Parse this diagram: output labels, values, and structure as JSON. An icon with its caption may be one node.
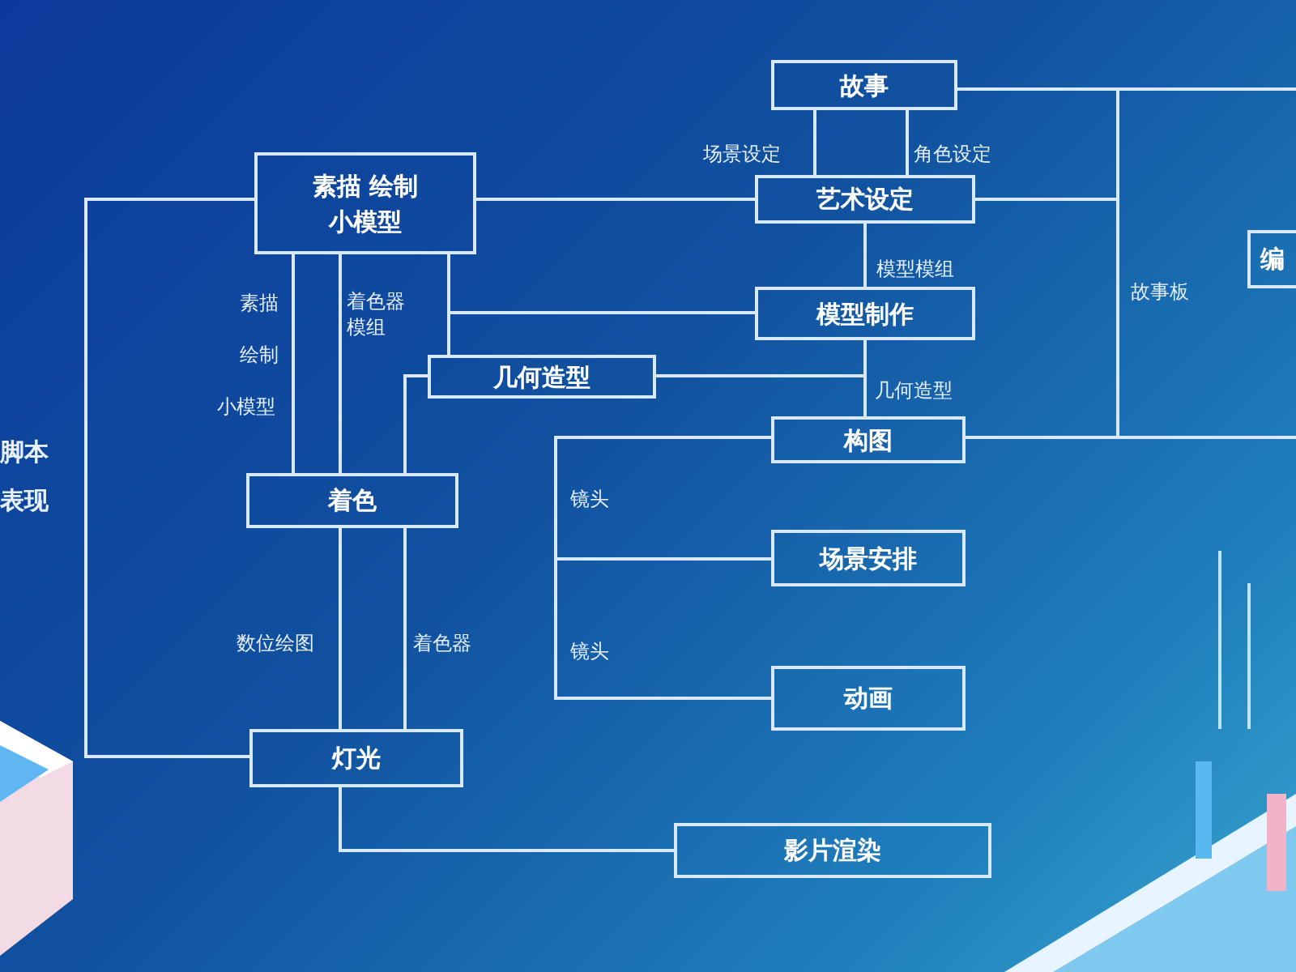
{
  "diagram": {
    "nodes": [
      {
        "text": [
          "故事"
        ]
      },
      {
        "text": [
          "艺术设定"
        ]
      },
      {
        "text": [
          "素描 绘制小模型"
        ]
      },
      {
        "text": [
          "模型制作"
        ]
      },
      {
        "text": [
          "几何造型"
        ]
      },
      {
        "text": [
          "构图"
        ]
      },
      {
        "text": [
          "着色"
        ]
      },
      {
        "text": [
          "场景安排"
        ]
      },
      {
        "text": [
          "动画"
        ]
      },
      {
        "text": [
          "灯光"
        ]
      },
      {
        "text": [
          "影片渲染"
        ]
      },
      {
        "text": [
          "编"
        ]
      }
    ],
    "edges": [
      {
        "from": 0,
        "to": 1,
        "arrow": "none",
        "label": "场景设定"
      },
      {
        "from": 0,
        "to": 1,
        "arrow": "none",
        "label": "角色设定"
      },
      {
        "from": 0,
        "to": 5,
        "arrow": "none",
        "label": "故事板"
      },
      {
        "from": 1,
        "to": 5,
        "arrow": "none"
      },
      {
        "from": 0,
        "to": null,
        "arrow": "none"
      },
      {
        "from": 5,
        "to": null,
        "arrow": "none"
      },
      {
        "from": 2,
        "to": 1,
        "arrow": "none"
      },
      {
        "from": 1,
        "to": 3,
        "arrow": "none",
        "label": "模型模组"
      },
      {
        "from": 3,
        "to": 5,
        "arrow": "none",
        "label": "几何造型"
      },
      {
        "from": 4,
        "to": 5,
        "arrow": "none"
      },
      {
        "from": 2,
        "to": 3,
        "arrow": "none"
      },
      {
        "from": 2,
        "to": 4,
        "arrow": "none"
      },
      {
        "from": 2,
        "to": 6,
        "arrow": "none"
      },
      {
        "from": 2,
        "to": 6,
        "arrow": "none",
        "label": "着色器模组"
      },
      {
        "from": 4,
        "to": 6,
        "arrow": "none"
      },
      {
        "from": 6,
        "to": 9,
        "arrow": "none",
        "label": "数位绘图"
      },
      {
        "from": 6,
        "to": 9,
        "arrow": "none",
        "label": "着色器"
      },
      {
        "from": 2,
        "to": 9,
        "arrow": "none"
      },
      {
        "from": 9,
        "to": 10,
        "arrow": "none"
      },
      {
        "from": 5,
        "to": 7,
        "arrow": "none",
        "label": "镜头"
      },
      {
        "from": 5,
        "to": 8,
        "arrow": "none",
        "label": "镜头"
      }
    ],
    "labels": [
      "素描",
      "绘制",
      "小模型",
      "脚本",
      "表现"
    ]
  }
}
